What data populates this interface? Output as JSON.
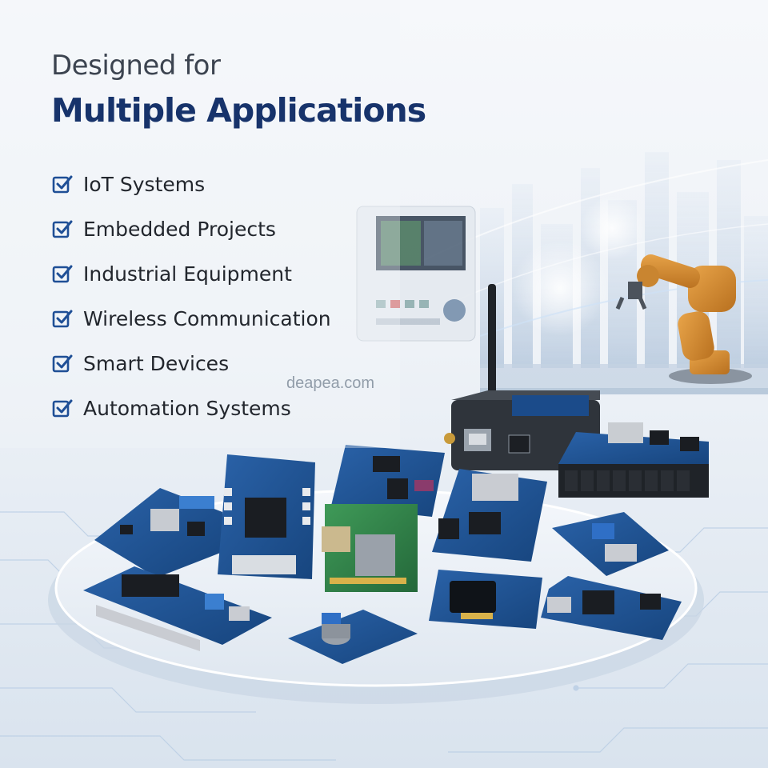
{
  "headline": {
    "pre": "Designed for",
    "main": "Multiple Applications"
  },
  "applications": [
    {
      "label": "IoT Systems",
      "icon": "checkbox-icon"
    },
    {
      "label": "Embedded Projects",
      "icon": "checkbox-icon"
    },
    {
      "label": "Industrial Equipment",
      "icon": "checkbox-icon"
    },
    {
      "label": "Wireless Communication",
      "icon": "checkbox-icon"
    },
    {
      "label": "Smart Devices",
      "icon": "checkbox-icon"
    },
    {
      "label": "Automation Systems",
      "icon": "checkbox-icon"
    }
  ],
  "watermark": "deapea.com",
  "colors": {
    "headline_main": "#17336b",
    "check": "#1f4f96",
    "board_blue": "#1b4b8a",
    "board_green": "#2f7d45"
  }
}
